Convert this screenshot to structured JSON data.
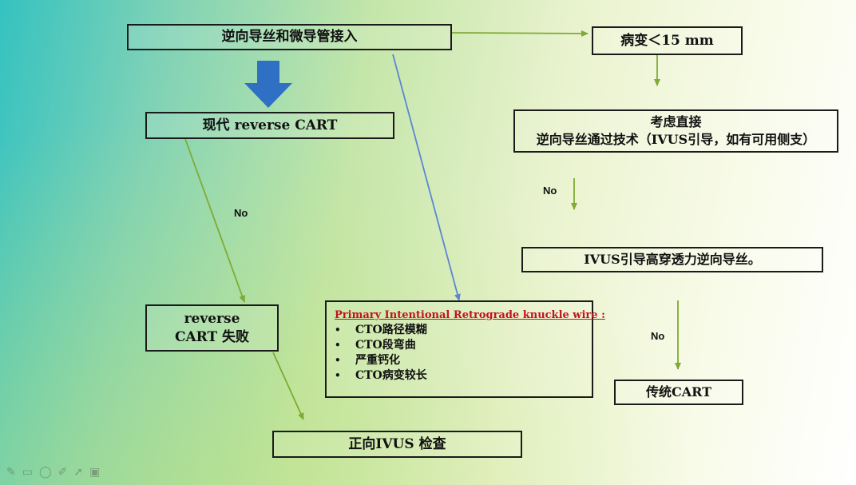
{
  "nodes": {
    "retro_entry": "逆向导丝和微导管接入",
    "lesion_short": "病变＜15 mm",
    "modern_reverse_cart": "现代 reverse CART",
    "direct_crossing": "考虑直接\n逆向导丝通过技术（IVUS引导，如有可用侧支）",
    "ivus_guided_wire": "IVUS引导高穿透力逆向导丝。",
    "reverse_cart_fail": "reverse\nCART 失败",
    "conventional_cart": "传统CART",
    "antegrade_ivus": "正向IVUS 检查"
  },
  "knuckle": {
    "title": "Primary Intentional Retrograde knuckle wire :",
    "bullet": "•",
    "items": [
      "CTO路径模糊",
      "CTO段弯曲",
      "严重钙化",
      "CTO病变较长"
    ]
  },
  "edge_labels": {
    "left_no": "No",
    "right_no_1": "No",
    "right_no_2": "No"
  },
  "colors": {
    "green_arrow": "#7faa33",
    "blue_arrow": "#5b85d6",
    "block_arrow": "#2f6fc4",
    "knuckle_title": "#c0141c",
    "border": "#1b1b1b"
  },
  "toolbar_icons": [
    "pen-icon",
    "eraser-icon",
    "circle-icon",
    "pencil-icon",
    "pointer-icon",
    "camera-icon"
  ]
}
